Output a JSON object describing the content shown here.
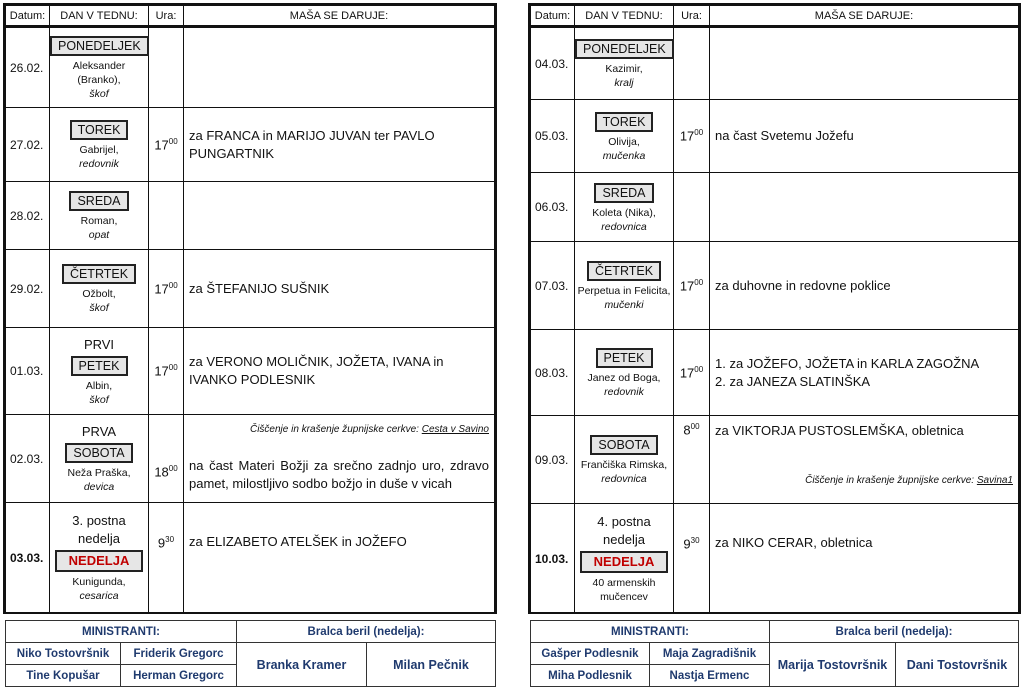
{
  "headers": {
    "date": "Datum:",
    "day": "DAN V TEDNU:",
    "time": "Ura:",
    "mass": "MAŠA SE DARUJE:"
  },
  "weeks": [
    {
      "rows": [
        {
          "date": "26.02.",
          "prefix": "",
          "day": "PONEDELJEK",
          "saint": "Aleksander (Branko),",
          "role": "škof",
          "hour": "",
          "min": "",
          "intentions": [],
          "note": null
        },
        {
          "date": "27.02.",
          "prefix": "",
          "day": "TOREK",
          "saint": "Gabrijel,",
          "role": "redovnik",
          "hour": "17",
          "min": "00",
          "intentions": [
            "za FRANCA in MARIJO JUVAN ter PAVLO PUNGARTNIK"
          ],
          "note": null
        },
        {
          "date": "28.02.",
          "prefix": "",
          "day": "SREDA",
          "saint": "Roman,",
          "role": "opat",
          "hour": "",
          "min": "",
          "intentions": [],
          "note": null
        },
        {
          "date": "29.02.",
          "prefix": "",
          "day": "ČETRTEK",
          "saint": "Ožbolt,",
          "role": "škof",
          "hour": "17",
          "min": "00",
          "intentions": [
            "za ŠTEFANIJO SUŠNIK"
          ],
          "note": null
        },
        {
          "date": "01.03.",
          "prefix": "PRVI",
          "day": "PETEK",
          "saint": "Albin,",
          "role": "škof",
          "hour": "17",
          "min": "00",
          "intentions": [
            "za VERONO MOLIČNIK, JOŽETA, IVANA in IVANKO PODLESNIK"
          ],
          "note": null
        },
        {
          "date": "02.03.",
          "prefix": "PRVA",
          "day": "SOBOTA",
          "saint": "Neža Praška,",
          "role": "devica",
          "hour": "18",
          "min": "00",
          "intentions": [
            "na čast Materi Božji za srečno zadnjo uro, zdravo pamet, milostljivo sodbo božjo in duše v vicah"
          ],
          "note": {
            "text": "Čiščenje in krašenje župnijske cerkve: ",
            "link": "Cesta v Savino"
          }
        },
        {
          "date": "03.03.",
          "prefix": "3. postna nedelja",
          "day": "NEDELJA",
          "saint": "Kunigunda,",
          "role": "cesarica",
          "hour": "9",
          "min": "30",
          "intentions": [
            "za ELIZABETO ATELŠEK in JOŽEFO"
          ],
          "note": null
        }
      ],
      "servers": {
        "title": "MINISTRANTI:",
        "names": [
          "Niko Tostovršnik",
          "Friderik Gregorc",
          "Tine Kopušar",
          "Herman Gregorc"
        ]
      },
      "readers": {
        "title": "Bralca beril (nedelja):",
        "names": [
          "Branka Kramer",
          "Milan Pečnik"
        ]
      }
    },
    {
      "rows": [
        {
          "date": "04.03.",
          "prefix": "",
          "day": "PONEDELJEK",
          "saint": "Kazimir,",
          "role": "kralj",
          "hour": "",
          "min": "",
          "intentions": [],
          "note": null
        },
        {
          "date": "05.03.",
          "prefix": "",
          "day": "TOREK",
          "saint": "Olivija,",
          "role": "mučenka",
          "hour": "17",
          "min": "00",
          "intentions": [
            "na čast Svetemu Jožefu"
          ],
          "note": null
        },
        {
          "date": "06.03.",
          "prefix": "",
          "day": "SREDA",
          "saint": "Koleta (Nika),",
          "role": "redovnica",
          "hour": "",
          "min": "",
          "intentions": [],
          "note": null
        },
        {
          "date": "07.03.",
          "prefix": "",
          "day": "ČETRTEK",
          "saint": "Perpetua in Felicita,",
          "role": "mučenki",
          "hour": "17",
          "min": "00",
          "intentions": [
            "za duhovne in redovne poklice"
          ],
          "note": null
        },
        {
          "date": "08.03.",
          "prefix": "",
          "day": "PETEK",
          "saint": "Janez od Boga,",
          "role": "redovnik",
          "hour": "17",
          "min": "00",
          "intentions": [
            "1. za JOŽEFO, JOŽETA in KARLA ZAGOŽNA",
            "2. za JANEZA SLATINŠKA"
          ],
          "note": null
        },
        {
          "date": "09.03.",
          "prefix": "",
          "day": "SOBOTA",
          "saint": "Frančiška Rimska,",
          "role": "redovnica",
          "hour": "8",
          "min": "00",
          "intentions": [
            "za VIKTORJA PUSTOSLEMŠKA, obletnica"
          ],
          "note": {
            "text": "Čiščenje in krašenje župnijske cerkve: ",
            "link": "Savina1"
          }
        },
        {
          "date": "10.03.",
          "prefix": "4. postna nedelja",
          "day": "NEDELJA",
          "saint": "40 armenskih mučencev",
          "role": "",
          "hour": "9",
          "min": "30",
          "intentions": [
            "za NIKO CERAR, obletnica"
          ],
          "note": null
        }
      ],
      "servers": {
        "title": "MINISTRANTI:",
        "names": [
          "Gašper Podlesnik",
          "Maja Zagradišnik",
          "Miha Podlesnik",
          "Nastja Ermenc"
        ]
      },
      "readers": {
        "title": "Bralca beril (nedelja):",
        "names": [
          "Marija Tostovršnik",
          "Dani Tostovršnik"
        ]
      }
    }
  ],
  "colors": {
    "sunday": "#c00000",
    "footer_text": "#1f3a6e",
    "daybox_bg": "#e6e6e6"
  }
}
